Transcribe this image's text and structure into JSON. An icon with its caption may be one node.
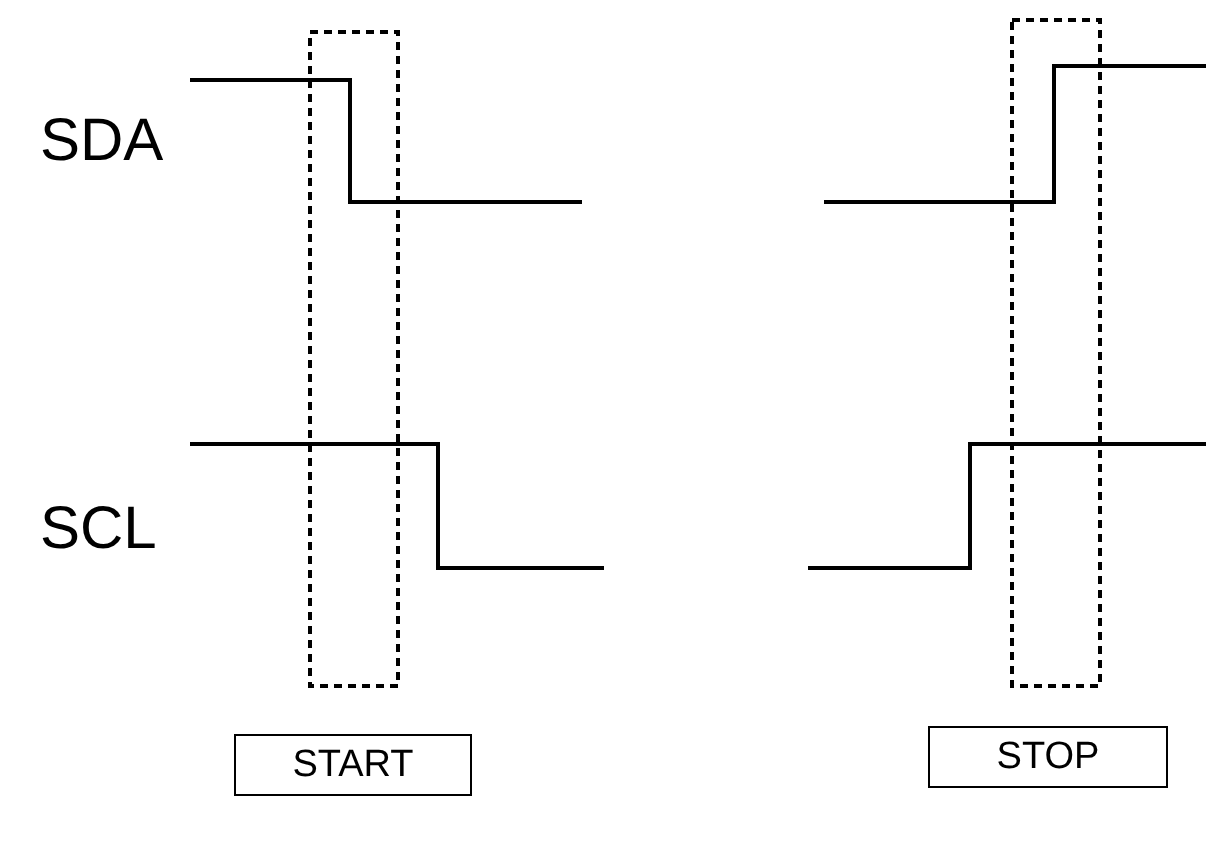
{
  "diagram": {
    "nodes": [
      {
        "text": [
          "START"
        ]
      },
      {
        "text": [
          "STOP"
        ]
      }
    ],
    "labels": [
      "SDA",
      "SCL"
    ]
  }
}
